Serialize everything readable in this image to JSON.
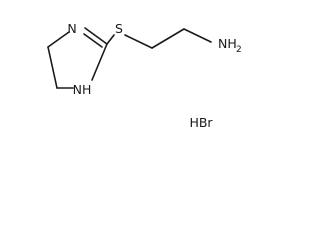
{
  "molecule": {
    "atoms": {
      "n_ring_top": "N",
      "s_thioether": "S",
      "n_ring_nh": "NH",
      "amine_main": "NH",
      "amine_sub": "2"
    },
    "counterion": "HBr"
  }
}
